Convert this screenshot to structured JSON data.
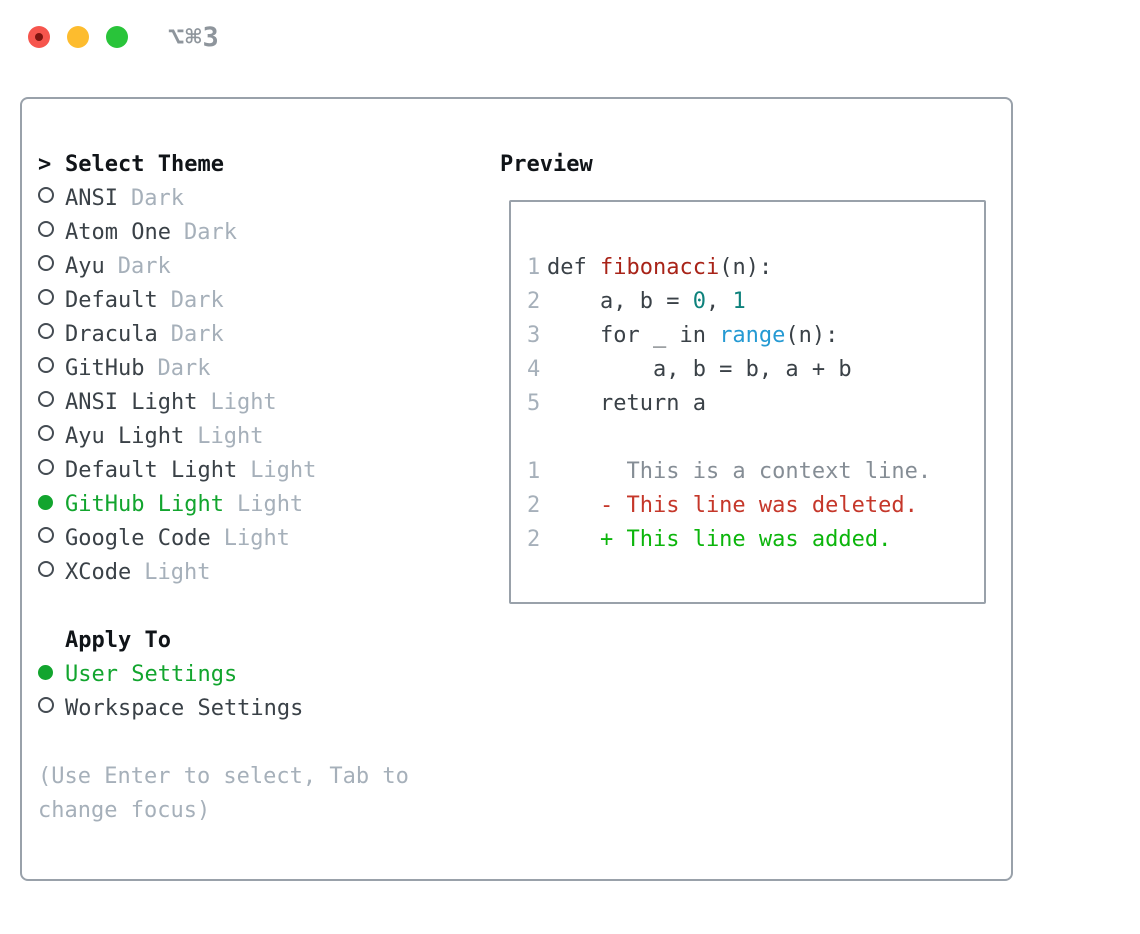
{
  "window": {
    "title": "⌥⌘3",
    "buttons": [
      {
        "name": "close"
      },
      {
        "name": "minimize"
      },
      {
        "name": "zoom"
      }
    ]
  },
  "selector": {
    "header": "Select Theme",
    "cursor": ">",
    "themes": [
      {
        "name": "ANSI",
        "variant": "Dark",
        "selected": false
      },
      {
        "name": "Atom One",
        "variant": "Dark",
        "selected": false
      },
      {
        "name": "Ayu",
        "variant": "Dark",
        "selected": false
      },
      {
        "name": "Default",
        "variant": "Dark",
        "selected": false
      },
      {
        "name": "Dracula",
        "variant": "Dark",
        "selected": false
      },
      {
        "name": "GitHub",
        "variant": "Dark",
        "selected": false
      },
      {
        "name": "ANSI Light",
        "variant": "Light",
        "selected": false
      },
      {
        "name": "Ayu Light",
        "variant": "Light",
        "selected": false
      },
      {
        "name": "Default Light",
        "variant": "Light",
        "selected": false
      },
      {
        "name": "GitHub Light",
        "variant": "Light",
        "selected": true
      },
      {
        "name": "Google Code",
        "variant": "Light",
        "selected": false
      },
      {
        "name": "XCode",
        "variant": "Light",
        "selected": false
      }
    ],
    "apply_header": "Apply To",
    "apply_options": [
      {
        "label": "User Settings",
        "selected": true
      },
      {
        "label": "Workspace Settings",
        "selected": false
      }
    ],
    "help_lines": [
      "(Use Enter to select, Tab to",
      "change focus)"
    ]
  },
  "preview": {
    "header": "Preview",
    "lines": [
      {
        "num": "1",
        "tokens": [
          {
            "t": "def ",
            "c": "plain"
          },
          {
            "t": "fibonacci",
            "c": "fn"
          },
          {
            "t": "(n):",
            "c": "plain"
          }
        ]
      },
      {
        "num": "2",
        "tokens": [
          {
            "t": "    a, b = ",
            "c": "plain"
          },
          {
            "t": "0",
            "c": "num"
          },
          {
            "t": ", ",
            "c": "plain"
          },
          {
            "t": "1",
            "c": "num"
          }
        ]
      },
      {
        "num": "3",
        "tokens": [
          {
            "t": "    for _ in ",
            "c": "plain"
          },
          {
            "t": "range",
            "c": "builtin"
          },
          {
            "t": "(n):",
            "c": "plain"
          }
        ]
      },
      {
        "num": "4",
        "tokens": [
          {
            "t": "        a, b = b, a + b",
            "c": "plain"
          }
        ]
      },
      {
        "num": "5",
        "tokens": [
          {
            "t": "    return a",
            "c": "plain"
          }
        ]
      },
      {
        "num": "",
        "tokens": []
      },
      {
        "num": "1",
        "tokens": [
          {
            "t": "      This is a context line.",
            "c": "ctx"
          }
        ]
      },
      {
        "num": "2",
        "tokens": [
          {
            "t": "    - This line was deleted.",
            "c": "del"
          }
        ]
      },
      {
        "num": "2",
        "tokens": [
          {
            "t": "    + This line was added.",
            "c": "add"
          }
        ]
      }
    ]
  },
  "colors": {
    "accent-green": "#12a52e",
    "added-green": "#0cb50c",
    "deleted-red": "#c5372a",
    "fn-red": "#a82318",
    "number-teal": "#0e827c",
    "builtin-blue": "#259ad3",
    "context-gray": "#858d95",
    "muted-gray": "#a6b0ba",
    "text-dark": "#3a4147",
    "border-gray": "#99a1aa"
  }
}
